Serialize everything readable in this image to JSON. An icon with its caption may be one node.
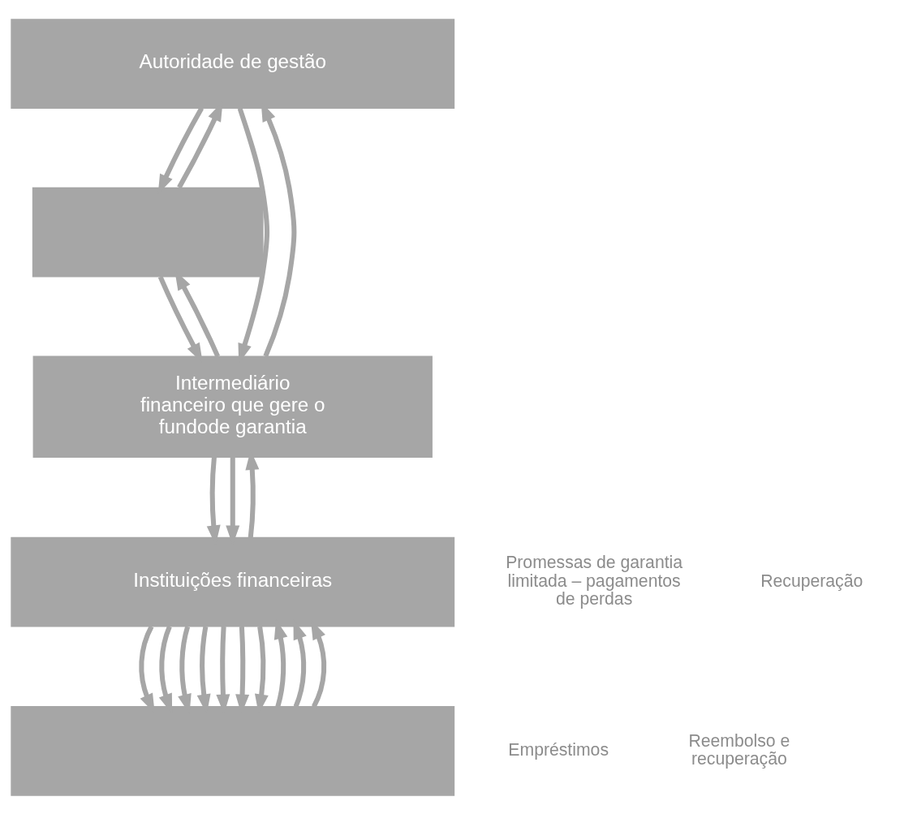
{
  "diagram": {
    "nodes": [
      {
        "text": [
          "Autoridade de gestão"
        ]
      },
      {
        "text": [],
        "shape": "box"
      },
      {
        "text": [
          "Intermediário financeiro que gere o fundode garantia"
        ]
      },
      {
        "text": [
          "Instituições financeiras"
        ]
      },
      {
        "text": [],
        "shape": "box"
      }
    ],
    "edges": [
      {
        "from": 0,
        "to": 1,
        "arrow": "to"
      },
      {
        "from": 1,
        "to": 0,
        "arrow": "to"
      },
      {
        "from": 0,
        "to": 2,
        "arrow": "to"
      },
      {
        "from": 2,
        "to": 0,
        "arrow": "to"
      },
      {
        "from": 1,
        "to": 2,
        "arrow": "to"
      },
      {
        "from": 2,
        "to": 1,
        "arrow": "to"
      },
      {
        "from": 2,
        "to": 3,
        "arrow": "to"
      },
      {
        "from": 2,
        "to": 3,
        "arrow": "to"
      },
      {
        "from": 3,
        "to": 2,
        "arrow": "to"
      },
      {
        "from": 3,
        "to": 4,
        "arrow": "to"
      },
      {
        "from": 3,
        "to": 4,
        "arrow": "to"
      },
      {
        "from": 3,
        "to": 4,
        "arrow": "to"
      },
      {
        "from": 3,
        "to": 4,
        "arrow": "to"
      },
      {
        "from": 3,
        "to": 4,
        "arrow": "to"
      },
      {
        "from": 3,
        "to": 4,
        "arrow": "to"
      },
      {
        "from": 3,
        "to": 4,
        "arrow": "to"
      },
      {
        "from": 4,
        "to": 3,
        "arrow": "to"
      },
      {
        "from": 4,
        "to": 3,
        "arrow": "to"
      },
      {
        "from": 4,
        "to": 3,
        "arrow": "to"
      }
    ],
    "labels": [
      "Promessas de garantia limitada – pagamentos de perdas",
      "Recuperação",
      "Empréstimos",
      "Reembolso e recuperação"
    ]
  }
}
